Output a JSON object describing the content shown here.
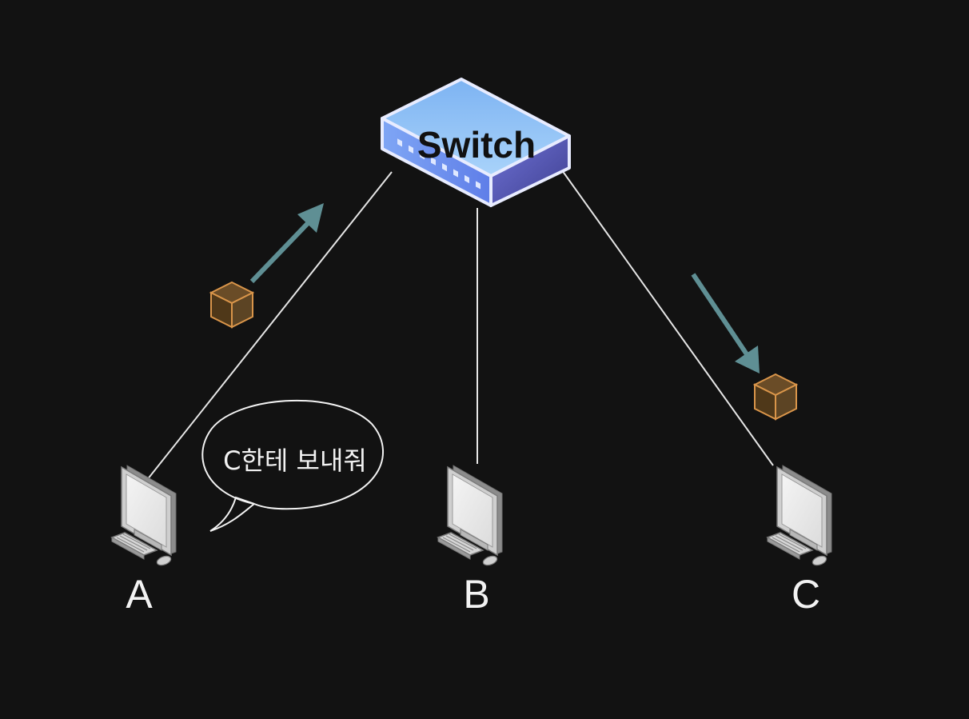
{
  "diagram": {
    "switch": {
      "label": "Switch"
    },
    "hosts": [
      {
        "id": "A",
        "label": "A"
      },
      {
        "id": "B",
        "label": "B"
      },
      {
        "id": "C",
        "label": "C"
      }
    ],
    "speech_bubble": {
      "text": "C한테 보내줘",
      "speaker": "A"
    },
    "flow": [
      {
        "from": "A",
        "to": "Switch",
        "icon": "packet-icon"
      },
      {
        "from": "Switch",
        "to": "C",
        "icon": "packet-icon"
      }
    ],
    "colors": {
      "background": "#121212",
      "link": "#e6e6e6",
      "arrow": "#5f8f94",
      "packet_fill": "#5c4424",
      "packet_stroke": "#d9954a",
      "switch_top": "#86bcf4",
      "switch_front": "#6f8ef0",
      "switch_side": "#5557b8"
    }
  }
}
